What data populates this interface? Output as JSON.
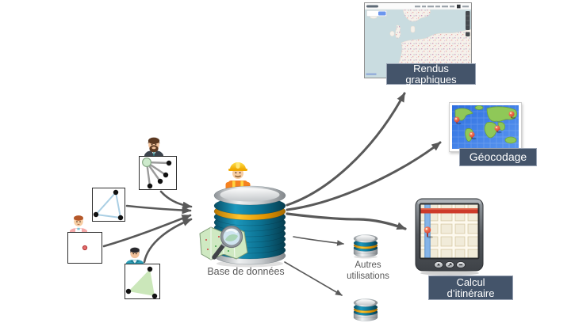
{
  "diagram": {
    "center": {
      "caption": "Base de données",
      "icon": "database-cylinder",
      "decorations": [
        "construction-worker-icon",
        "map-magnifier-icon"
      ]
    },
    "inputs": [
      {
        "avatar": "businessman-avatar",
        "graphic": "star-graph"
      },
      {
        "avatar": null,
        "graphic": "triangle-outline-graph"
      },
      {
        "avatar": "child-avatar",
        "graphic": "red-dot"
      },
      {
        "avatar": "man-teal-avatar",
        "graphic": "green-filled-triangle"
      }
    ],
    "outputs": [
      {
        "label": "Rendus graphiques",
        "icon": "web-map-screenshot"
      },
      {
        "label": "Géocodage",
        "icon": "world-map-with-pins"
      },
      {
        "label": "Calcul d’itinéraire",
        "icon": "gps-navigator"
      },
      {
        "caption": "Autres utilisations",
        "icon": "small-database"
      },
      {
        "caption": "",
        "icon": "small-database"
      }
    ],
    "colors": {
      "label_box_bg": "#44546a",
      "label_box_border": "#98a2b3",
      "label_text": "#ffffff",
      "caption_text": "#595959",
      "arrow": "#595959",
      "db_teal": "#0d7191",
      "db_orange": "#f0a500",
      "db_silver": "#c6cacd",
      "geo_ocean": "#3a76e4",
      "geo_land": "#8fc858",
      "pin_red": "#d63b2f",
      "osm_sea": "#c9dce0",
      "osm_land": "#f6f1ea",
      "graph_edge_gray": "#9b9b9b",
      "graph_edge_blue": "#aacfe4",
      "graph_green_fill": "#cbe7ba"
    }
  }
}
